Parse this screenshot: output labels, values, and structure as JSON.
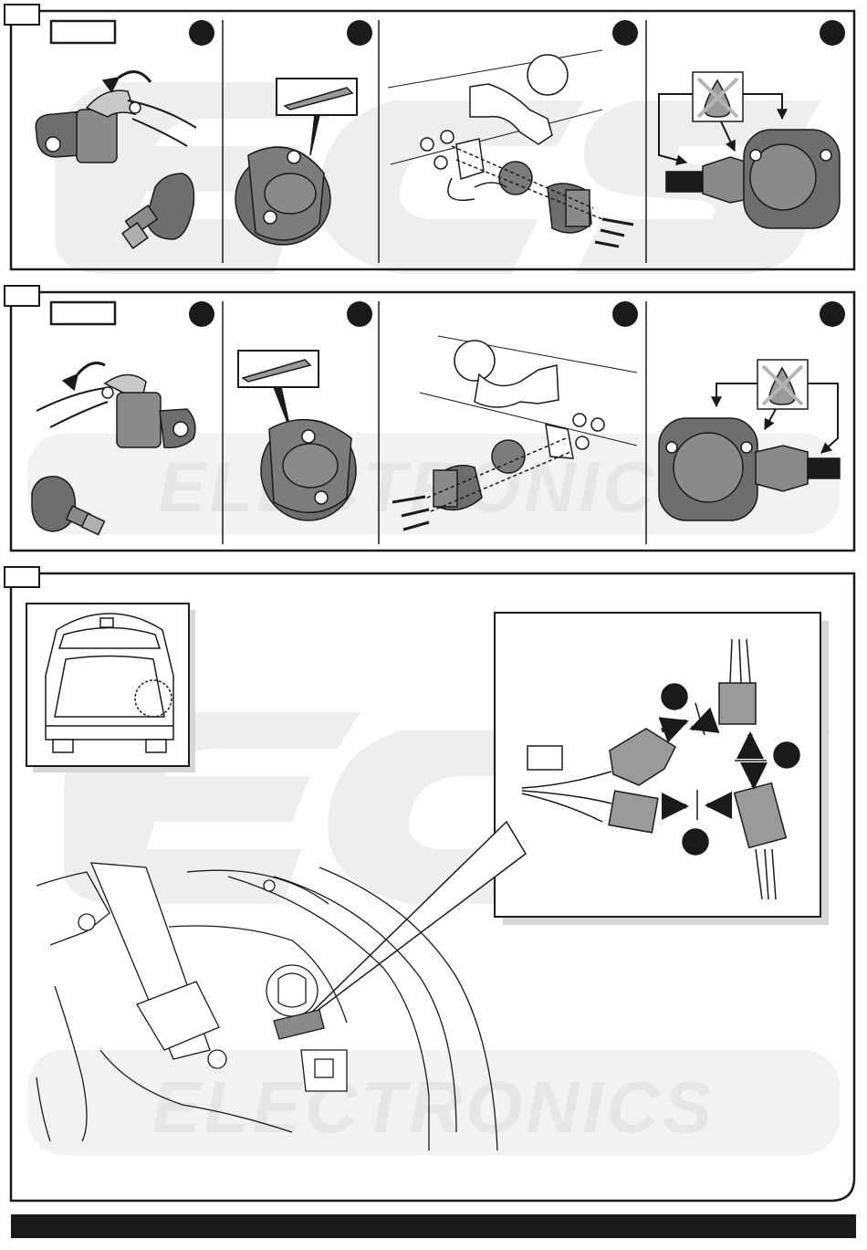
{
  "document": {
    "type": "installation-instructions",
    "section_step_labels": [
      "",
      "",
      ""
    ],
    "watermark": {
      "logo_text": "ECS",
      "brand_text": "ELECTRONICS"
    },
    "panels": [
      {
        "id": "section-1",
        "steps": 4,
        "label_box_text": ""
      },
      {
        "id": "section-2",
        "steps": 4,
        "label_box_text": ""
      },
      {
        "id": "section-3",
        "detail_callouts": 3,
        "label_box_text": ""
      }
    ],
    "colors": {
      "line": "#1a1a1a",
      "part_fill": "#6e6e6e",
      "part_fill_light": "#9a9a9a",
      "watermark": "#ebebeb",
      "background": "#ffffff"
    }
  }
}
